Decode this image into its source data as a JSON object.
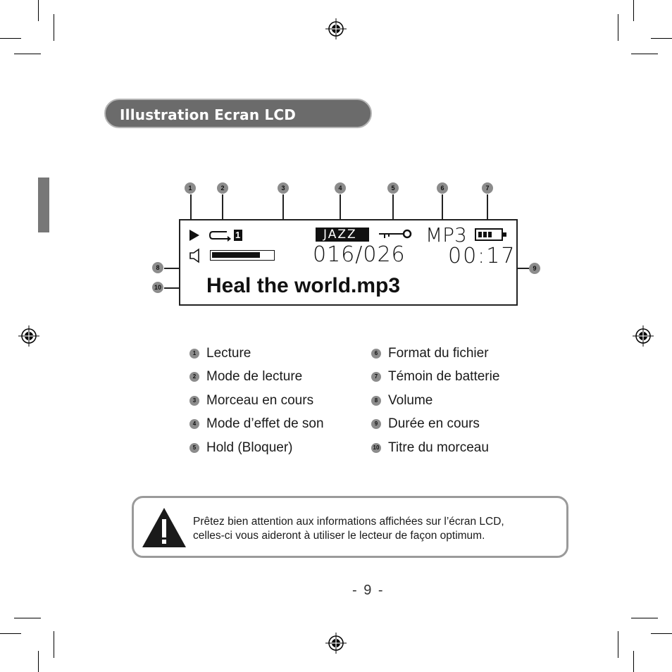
{
  "header": {
    "title": "Illustration Ecran LCD"
  },
  "lcd": {
    "equalizer": "JAZZ",
    "format": "MP3",
    "track": "016/026",
    "time": "00:17",
    "song_title": "Heal the world.mp3",
    "repeat_indicator": "1"
  },
  "callouts": [
    "1",
    "2",
    "3",
    "4",
    "5",
    "6",
    "7",
    "8",
    "9",
    "10"
  ],
  "legend": [
    {
      "num": "1",
      "label": "Lecture"
    },
    {
      "num": "2",
      "label": "Mode de lecture"
    },
    {
      "num": "3",
      "label": "Morceau en cours"
    },
    {
      "num": "4",
      "label": "Mode d’effet de son"
    },
    {
      "num": "5",
      "label": "Hold (Bloquer)"
    },
    {
      "num": "6",
      "label": "Format du fichier"
    },
    {
      "num": "7",
      "label": "Témoin de batterie"
    },
    {
      "num": "8",
      "label": "Volume"
    },
    {
      "num": "9",
      "label": "Durée en cours"
    },
    {
      "num": "10",
      "label": "Titre du morceau"
    }
  ],
  "warning": {
    "line1": "Prêtez bien attention aux informations affichées sur l’écran LCD,",
    "line2": "celles-ci vous aideront à utiliser le lecteur de façon optimum.",
    "icon": "warning-icon"
  },
  "page_number": "- 9 -",
  "colors": {
    "header_bg": "#6b6b6b",
    "badge": "#8c8c8c",
    "lcd_border": "#222222"
  }
}
